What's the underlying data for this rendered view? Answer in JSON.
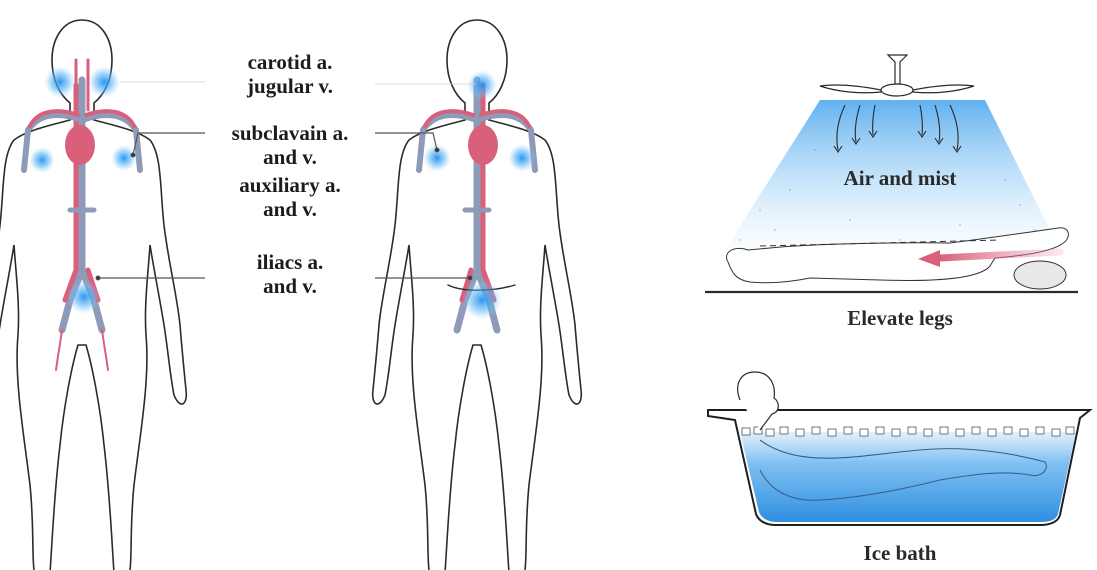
{
  "labels": {
    "carotid": "carotid a.",
    "jugular": "jugular v.",
    "subclavian": "subclavain a.",
    "subclavian_and": "and v.",
    "axillary": "auxiliary a.",
    "axillary_and": "and v.",
    "iliacs": "iliacs a.",
    "iliacs_and": "and v."
  },
  "scenes": {
    "fan_caption": "Air and mist",
    "legs_caption": "Elevate legs",
    "bath_caption": "Ice bath"
  },
  "colors": {
    "artery": "#d9607a",
    "vein": "#8e9bb8",
    "cooling": "#2f9bf0",
    "outline": "#2b2b2b",
    "mist": "#8cc8f5",
    "water": "#3a9de6"
  }
}
